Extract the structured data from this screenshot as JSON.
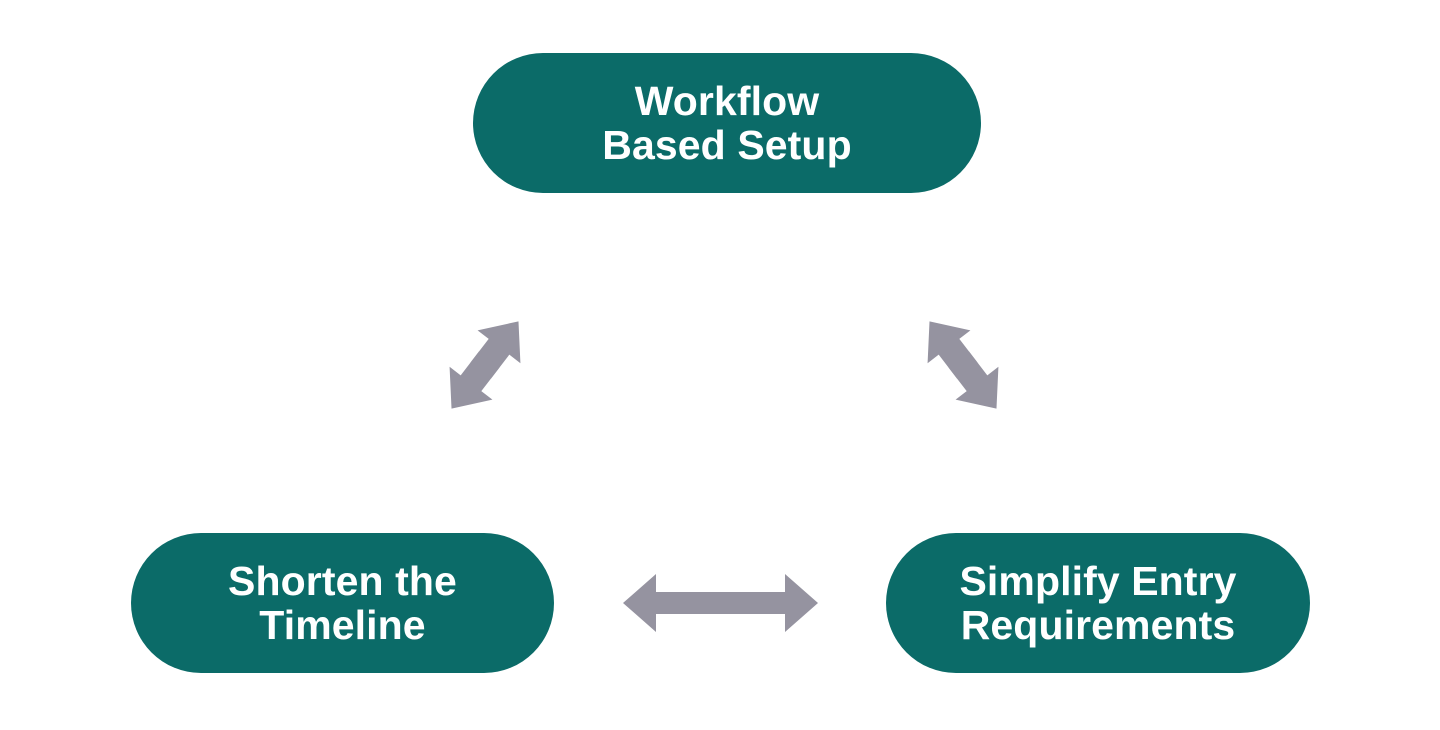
{
  "diagram": {
    "type": "cycle-triad",
    "background_color": "#ffffff",
    "node_color": "#0b6b68",
    "node_text_color": "#ffffff",
    "connector_color": "#9593a0",
    "nodes": [
      {
        "id": "workflow-based-setup",
        "position": "top",
        "lines": [
          "Workflow",
          "Based Setup"
        ]
      },
      {
        "id": "shorten-the-timeline",
        "position": "bottom-left",
        "lines": [
          "Shorten the",
          "Timeline"
        ]
      },
      {
        "id": "simplify-entry-requirements",
        "position": "bottom-right",
        "lines": [
          "Simplify Entry",
          "Requirements"
        ]
      }
    ],
    "connectors": [
      {
        "id": "left-diagonal",
        "icon": "double-headed-arrow-icon",
        "direction": "bidirectional",
        "from": "shorten-the-timeline",
        "to": "workflow-based-setup"
      },
      {
        "id": "right-diagonal",
        "icon": "double-headed-arrow-icon",
        "direction": "bidirectional",
        "from": "workflow-based-setup",
        "to": "simplify-entry-requirements"
      },
      {
        "id": "horizontal",
        "icon": "double-headed-arrow-icon",
        "direction": "bidirectional",
        "from": "shorten-the-timeline",
        "to": "simplify-entry-requirements"
      }
    ]
  }
}
